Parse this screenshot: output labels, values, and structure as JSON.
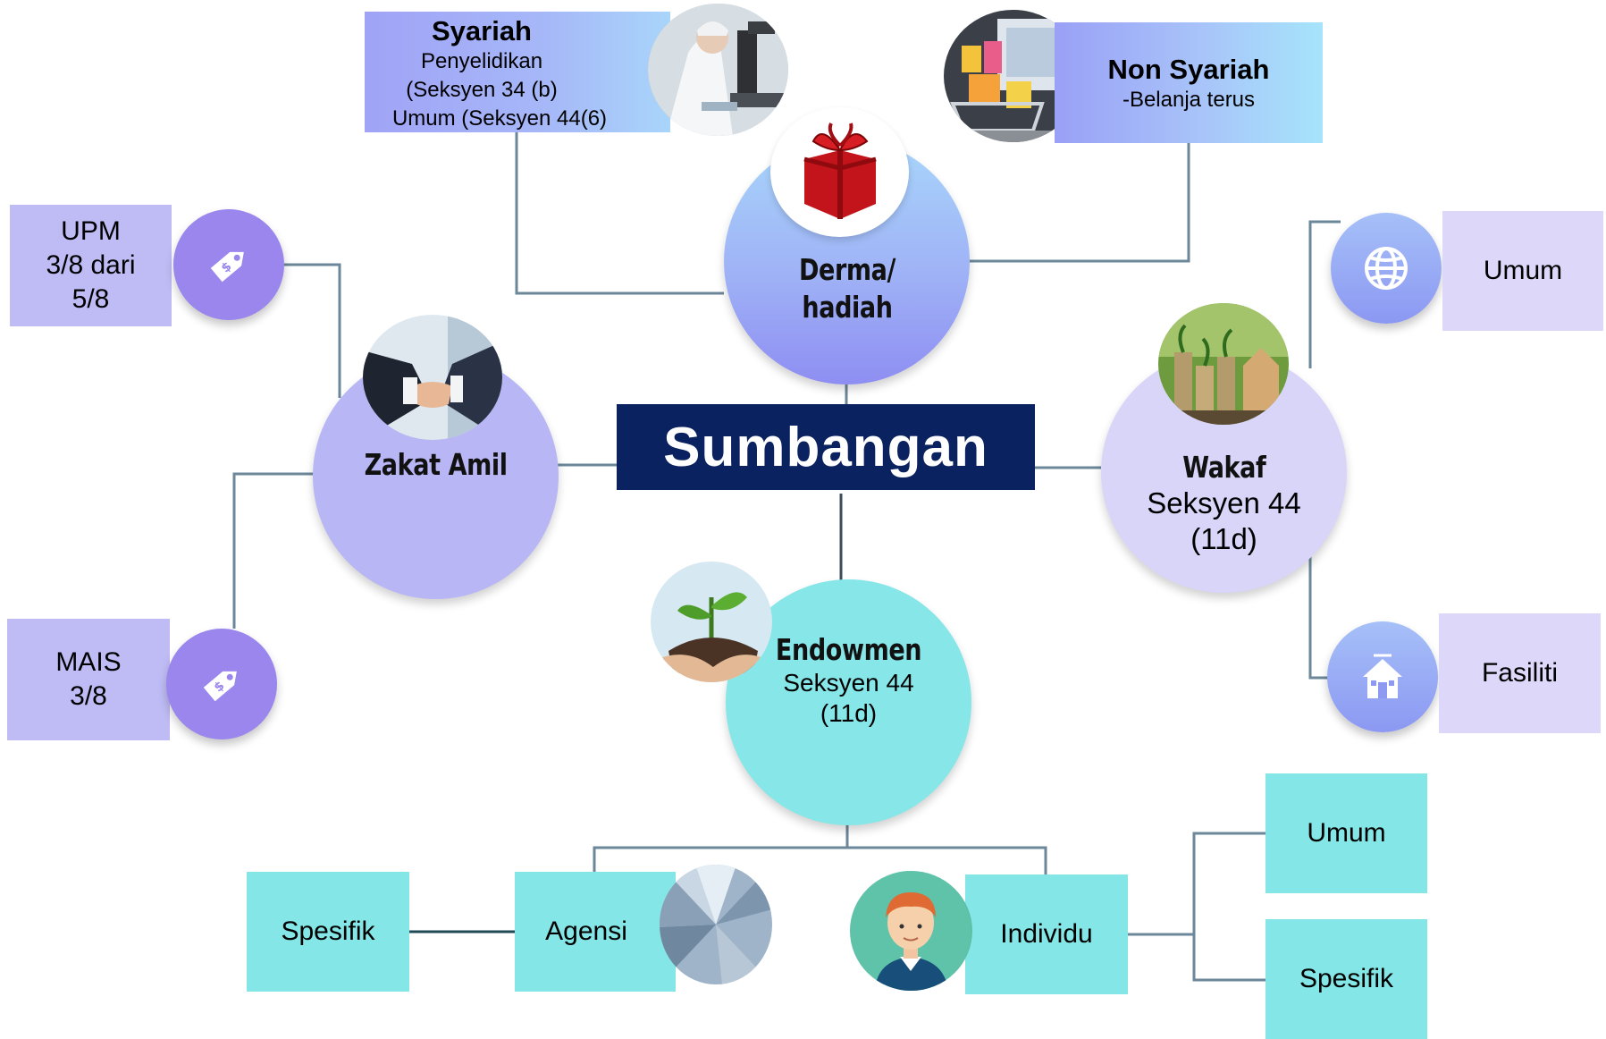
{
  "center": {
    "title": "Sumbangan"
  },
  "derma": {
    "title": "Derma/ hadiah"
  },
  "syariah": {
    "title": "Syariah",
    "lines": [
      "Penyelidikan",
      "(Seksyen 34 (b)",
      "Umum (Seksyen 44(6)"
    ]
  },
  "non_syariah": {
    "title": "Non Syariah",
    "subtitle": "-Belanja terus"
  },
  "zakat": {
    "title": "Zakat Amil",
    "upm": {
      "label": "UPM\n3/8 dari\n5/8",
      "line1": "UPM",
      "line2": "3/8 dari",
      "line3": "5/8"
    },
    "mais": {
      "line1": "MAIS",
      "line2": "3/8"
    }
  },
  "wakaf": {
    "title": "Wakaf",
    "line1": "Seksyen 44",
    "line2": "(11d)",
    "umum": "Umum",
    "fasiliti": "Fasiliti"
  },
  "endowmen": {
    "title": "Endowmen",
    "line1": "Seksyen 44",
    "line2": "(11d)",
    "agensi": "Agensi",
    "agensi_spesifik": "Spesifik",
    "individu": "Individu",
    "individu_umum": "Umum",
    "individu_spesifik": "Spesifik"
  },
  "colors": {
    "navy": "#0b2260",
    "lavender": "#c4c0f5",
    "lavender_light": "#ddd8fa",
    "cyan": "#84e6e6",
    "blue_grad": "#9aa4f6",
    "icon_purple": "#9a86ee",
    "icon_blue": "#8fa2f3",
    "line": "#6b8799"
  },
  "icons": [
    "tag-icon",
    "globe-icon",
    "house-icon",
    "gift-icon"
  ]
}
